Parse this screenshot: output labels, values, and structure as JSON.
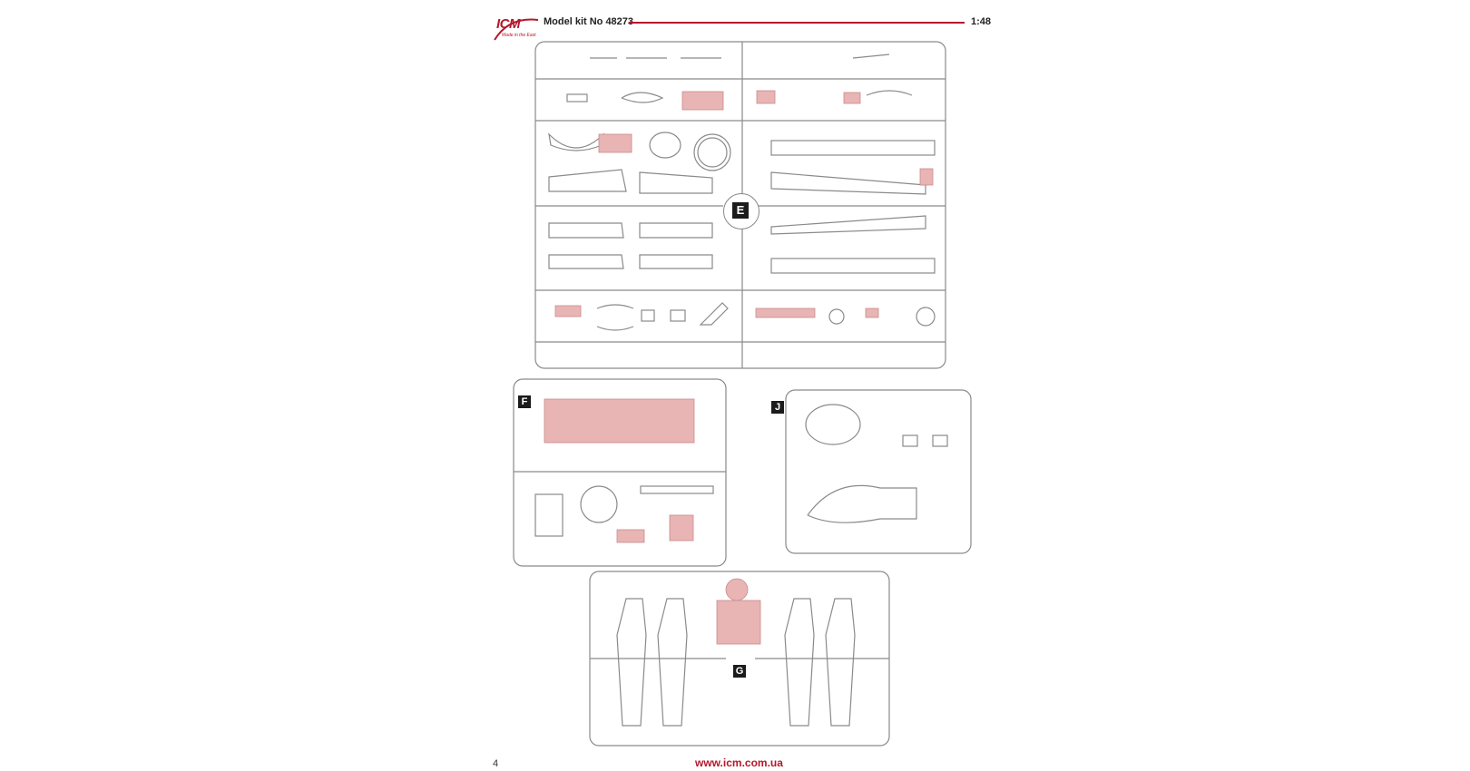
{
  "header": {
    "brand": "ICM",
    "tagline": "Made in the East",
    "model_kit": "Model kit No 48273",
    "scale": "1:48",
    "rule_color": "#b5182b"
  },
  "sprues": {
    "e_label": "E",
    "f_label": "F",
    "j_label": "J",
    "g_label": "G",
    "highlight_color": "#e8b4b4"
  },
  "footer": {
    "page_number": "4",
    "website": "www.icm.com.ua"
  }
}
